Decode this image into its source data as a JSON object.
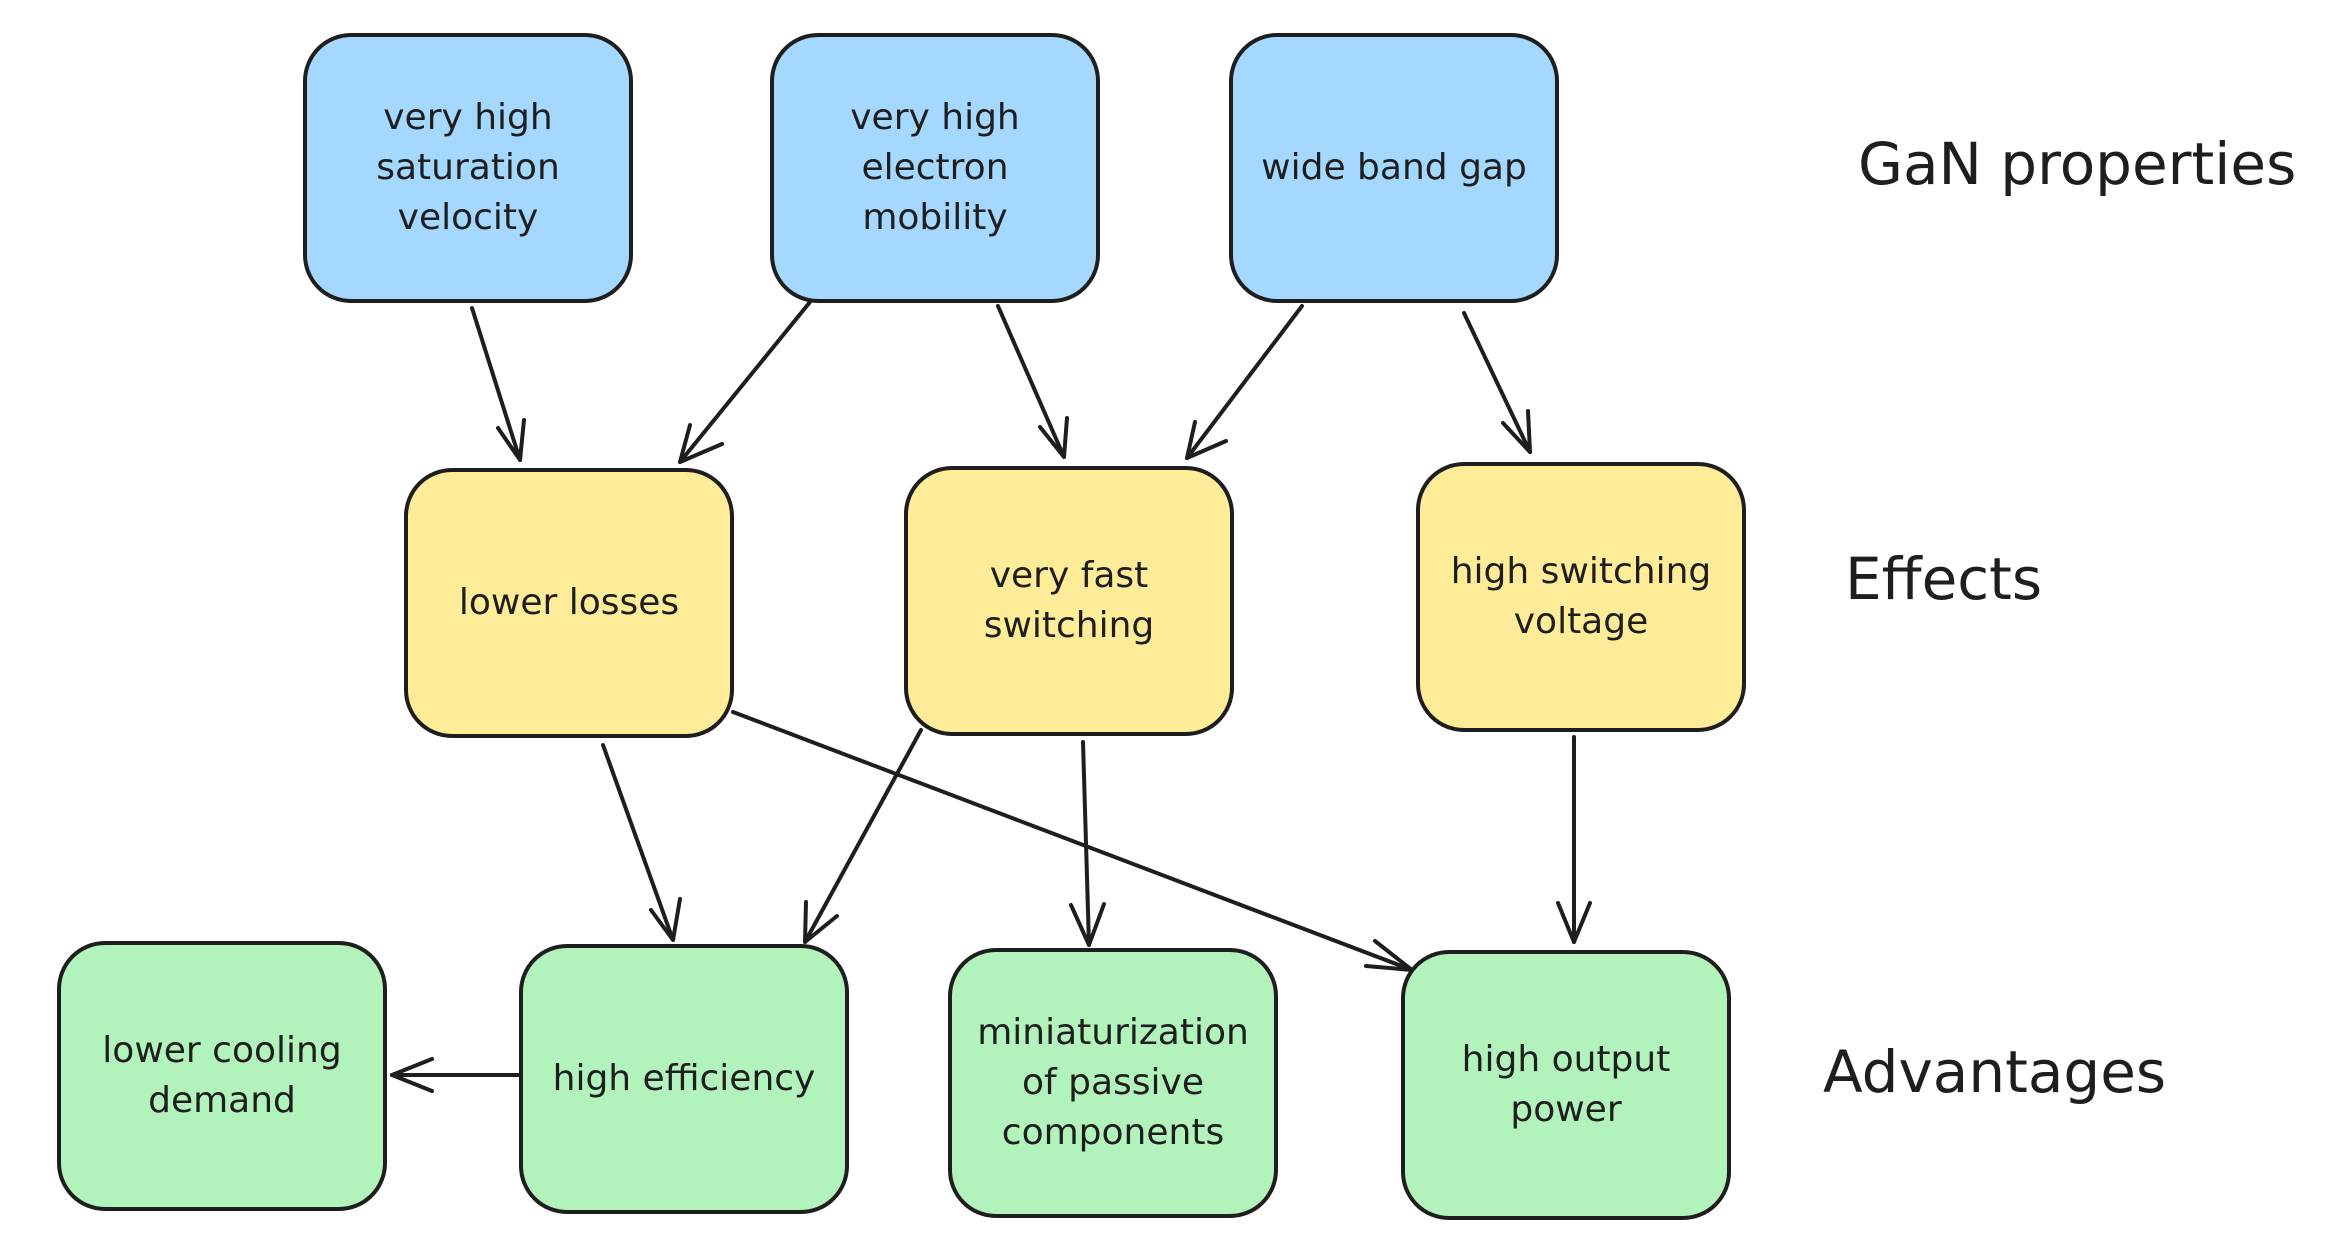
{
  "diagram": {
    "row_labels": {
      "properties": "GaN properties",
      "effects": "Effects",
      "advantages": "Advantages"
    },
    "nodes": {
      "saturation_velocity": "very high\nsaturation\nvelocity",
      "electron_mobility": "very high\nelectron\nmobility",
      "wide_band_gap": "wide band gap",
      "lower_losses": "lower losses",
      "fast_switching": "very fast\nswitching",
      "switching_voltage": "high switching\nvoltage",
      "lower_cooling": "lower cooling\ndemand",
      "high_efficiency": "high efficiency",
      "miniaturization": "miniaturization\nof passive\ncomponents",
      "output_power": "high output\npower"
    },
    "edges": [
      {
        "from": "saturation_velocity",
        "to": "lower_losses"
      },
      {
        "from": "electron_mobility",
        "to": "lower_losses"
      },
      {
        "from": "electron_mobility",
        "to": "fast_switching"
      },
      {
        "from": "wide_band_gap",
        "to": "fast_switching"
      },
      {
        "from": "wide_band_gap",
        "to": "switching_voltage"
      },
      {
        "from": "lower_losses",
        "to": "high_efficiency"
      },
      {
        "from": "lower_losses",
        "to": "output_power"
      },
      {
        "from": "fast_switching",
        "to": "high_efficiency"
      },
      {
        "from": "fast_switching",
        "to": "miniaturization"
      },
      {
        "from": "switching_voltage",
        "to": "output_power"
      },
      {
        "from": "high_efficiency",
        "to": "lower_cooling"
      }
    ],
    "colors": {
      "properties": "#a5d8ff",
      "effects": "#ffec99",
      "advantages": "#b2f2bb",
      "stroke": "#1e1e1e"
    }
  }
}
